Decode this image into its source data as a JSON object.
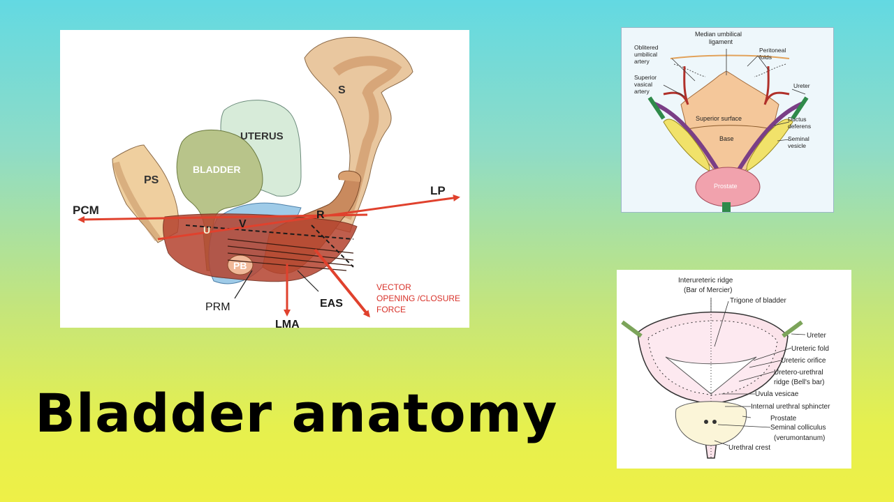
{
  "title": "Bladder anatomy",
  "main_diagram": {
    "labels": {
      "s": "S",
      "uterus": "UTERUS",
      "bladder": "BLADDER",
      "ps": "PS",
      "lp": "LP",
      "pcm": "PCM",
      "u": "U",
      "v": "V",
      "r": "R",
      "pb": "PB",
      "prm": "PRM",
      "lma": "LMA",
      "eas": "EAS",
      "vector_line1": "VECTOR",
      "vector_line2": "OPENING /CLOSURE",
      "vector_line3": "FORCE"
    },
    "colors": {
      "arrow": "#e0412d",
      "vector_text": "#d8322a"
    }
  },
  "bladder_diagram": {
    "labels": {
      "median_umbilical_line1": "Median umbilical",
      "median_umbilical_line2": "ligament",
      "obliterated_line1": "Oblitered",
      "obliterated_line2": "umbilical",
      "obliterated_line3": "artery",
      "peritoneal_line1": "Peritoneal",
      "peritoneal_line2": "folds",
      "superior_vesical_line1": "Superior",
      "superior_vesical_line2": "vasical",
      "superior_vesical_line3": "artery",
      "ureter": "Ureter",
      "superior_surface": "Superior surface",
      "ductus_line1": "Ductus",
      "ductus_line2": "deferens",
      "base": "Base",
      "seminal_line1": "Seminal",
      "seminal_line2": "vesicle",
      "prostate": "Prostate"
    }
  },
  "trigone_diagram": {
    "labels": {
      "interureteric_line1": "Interureteric ridge",
      "interureteric_line2": "(Bar of Mercier)",
      "trigone": "Trigone of bladder",
      "ureter": "Ureter",
      "ureteric_fold": "Ureteric fold",
      "ureteric_orifice": "Ureteric orifice",
      "uretero_line1": "Uretero-urethral",
      "uretero_line2": "ridge (Bell's bar)",
      "uvula": "Uvula vesicae",
      "internal_sphincter": "Internal urethral sphincter",
      "prostate": "Prostate",
      "colliculus_line1": "Seminal colliculus",
      "colliculus_line2": "(verumontanum)",
      "urethral_crest": "Urethral crest"
    }
  }
}
